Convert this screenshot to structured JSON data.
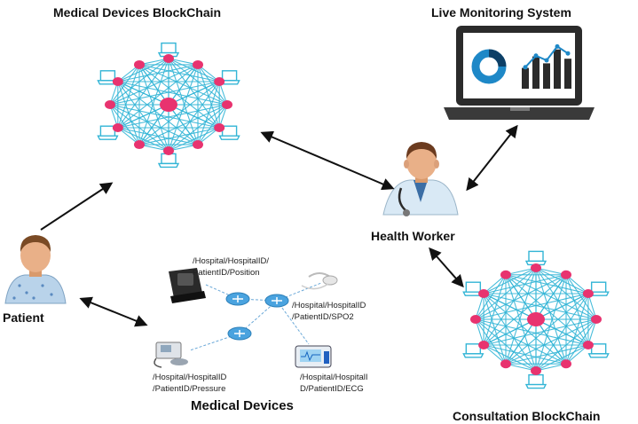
{
  "labels": {
    "medical_chain": "Medical Devices BlockChain",
    "live_monitoring": "Live Monitoring System",
    "health_worker": "Health Worker",
    "patient": "Patient",
    "consultation_chain": "Consultation BlockChain",
    "medical_devices": "Medical Devices"
  },
  "device_topics": {
    "position": [
      "/Hospital/HospitalID/",
      "PatientID/Position"
    ],
    "spo2": [
      "/Hospital/HospitalID",
      "/PatientID/SPO2"
    ],
    "pressure": [
      "/Hospital/HospitalID",
      "/PatientID/Pressure"
    ],
    "ecg": [
      "/Hospital/HospitalI",
      "D/PatientID/ECG"
    ]
  },
  "colors": {
    "network_line": "#33b5d6",
    "node_pink": "#e8336f",
    "arrow": "#111111",
    "monitor_frame": "#2b2b2b",
    "chart_blue": "#1e88c7",
    "router_blue": "#4aa3df"
  },
  "monitor_chart": {
    "bar_values": [
      0.45,
      0.7,
      0.55,
      0.85,
      0.65
    ],
    "trend_values": [
      0.35,
      0.6,
      0.5,
      0.8,
      0.65
    ]
  },
  "icons": {
    "network_nodes": "laptop-icon",
    "monitor": "laptop-monitor-icon",
    "health_worker": "doctor-avatar-icon",
    "patient": "patient-avatar-icon",
    "router": "router-icon"
  }
}
